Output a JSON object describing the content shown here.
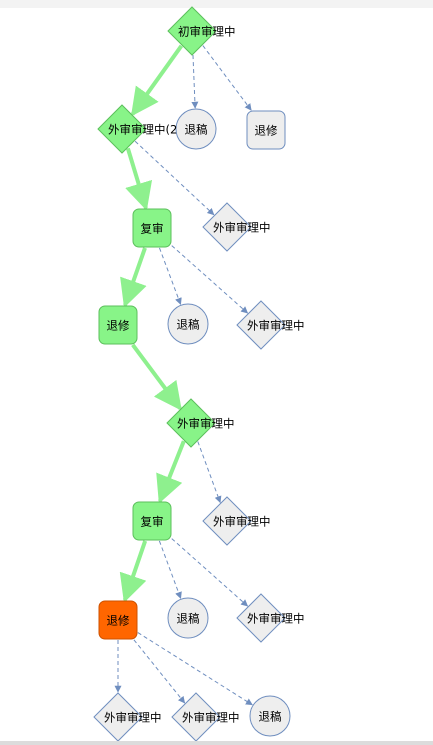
{
  "colors": {
    "done_fill": "#88f488",
    "done_stroke": "#5bbf5b",
    "current_fill": "#ff6600",
    "current_stroke": "#cc5200",
    "pending_fill": "#eeeeee",
    "pending_stroke": "#6f8ebf",
    "main_edge": "#8ef08e",
    "branch_edge": "#6f8ebf"
  },
  "nodes": [
    {
      "id": "n1",
      "label": "初审审理中",
      "shape": "diamond",
      "state": "done"
    },
    {
      "id": "n2",
      "label": "退稿",
      "shape": "circle",
      "state": "pending"
    },
    {
      "id": "n3",
      "label": "退修",
      "shape": "rect",
      "state": "pending"
    },
    {
      "id": "n4",
      "label": "外审审理中(2",
      "shape": "diamond",
      "state": "done"
    },
    {
      "id": "n5",
      "label": "复审",
      "shape": "rect",
      "state": "done"
    },
    {
      "id": "n6",
      "label": "外审审理中",
      "shape": "diamond",
      "state": "pending"
    },
    {
      "id": "n7",
      "label": "退修",
      "shape": "rect",
      "state": "done"
    },
    {
      "id": "n8",
      "label": "退稿",
      "shape": "circle",
      "state": "pending"
    },
    {
      "id": "n9",
      "label": "外审审理中",
      "shape": "diamond",
      "state": "pending"
    },
    {
      "id": "n10",
      "label": "外审审理中",
      "shape": "diamond",
      "state": "done"
    },
    {
      "id": "n11",
      "label": "外审审理中",
      "shape": "diamond",
      "state": "pending"
    },
    {
      "id": "n12",
      "label": "复审",
      "shape": "rect",
      "state": "done"
    },
    {
      "id": "n13",
      "label": "退稿",
      "shape": "circle",
      "state": "pending"
    },
    {
      "id": "n14",
      "label": "外审审理中",
      "shape": "diamond",
      "state": "pending"
    },
    {
      "id": "n15",
      "label": "退修",
      "shape": "rect",
      "state": "current"
    },
    {
      "id": "n16",
      "label": "外审审理中",
      "shape": "diamond",
      "state": "pending"
    },
    {
      "id": "n17",
      "label": "外审审理中",
      "shape": "diamond",
      "state": "pending"
    },
    {
      "id": "n18",
      "label": "退稿",
      "shape": "circle",
      "state": "pending"
    }
  ],
  "edges": [
    {
      "from": "n1",
      "to": "n4",
      "type": "main"
    },
    {
      "from": "n1",
      "to": "n2",
      "type": "branch"
    },
    {
      "from": "n1",
      "to": "n3",
      "type": "branch"
    },
    {
      "from": "n4",
      "to": "n5",
      "type": "main"
    },
    {
      "from": "n4",
      "to": "n6",
      "type": "branch"
    },
    {
      "from": "n5",
      "to": "n7",
      "type": "main"
    },
    {
      "from": "n5",
      "to": "n8",
      "type": "branch"
    },
    {
      "from": "n5",
      "to": "n9",
      "type": "branch"
    },
    {
      "from": "n7",
      "to": "n10",
      "type": "main"
    },
    {
      "from": "n10",
      "to": "n12",
      "type": "main"
    },
    {
      "from": "n10",
      "to": "n11",
      "type": "branch"
    },
    {
      "from": "n12",
      "to": "n15",
      "type": "main"
    },
    {
      "from": "n12",
      "to": "n13",
      "type": "branch"
    },
    {
      "from": "n12",
      "to": "n14",
      "type": "branch"
    },
    {
      "from": "n15",
      "to": "n16",
      "type": "branch"
    },
    {
      "from": "n15",
      "to": "n17",
      "type": "branch"
    },
    {
      "from": "n15",
      "to": "n18",
      "type": "branch"
    }
  ]
}
